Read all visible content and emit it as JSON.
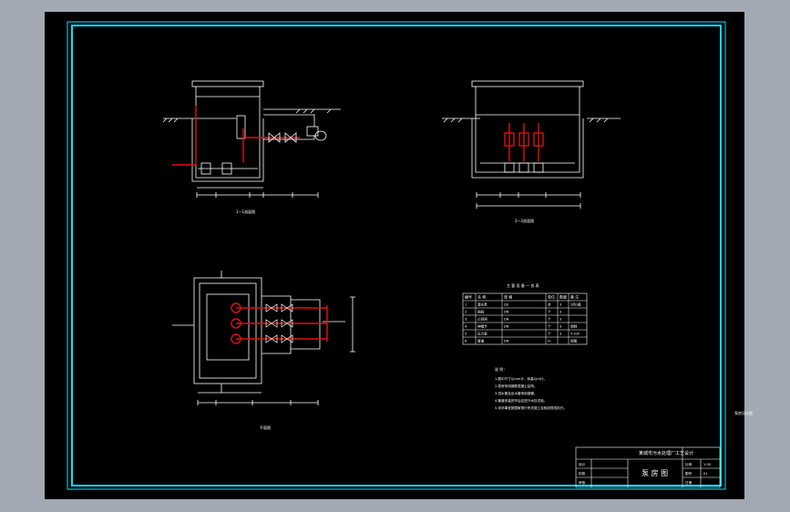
{
  "drawing": {
    "section_a_caption": "1—1剖面图",
    "section_b_caption": "2—2剖面图",
    "plan_caption": "平面图",
    "table_title": "主 要 设 备 一 览 表",
    "table_headers": [
      "编号",
      "名 称",
      "规 格",
      "单位",
      "数量",
      "备 注"
    ],
    "table_rows": [
      [
        "1",
        "潜水泵",
        "QS",
        "台",
        "3",
        "2用1备"
      ],
      [
        "2",
        "闸阀",
        "DN",
        "个",
        "3",
        ""
      ],
      [
        "3",
        "止回阀",
        "DN",
        "个",
        "3",
        ""
      ],
      [
        "4",
        "伸缩节",
        "DN",
        "个",
        "3",
        "钢制"
      ],
      [
        "5",
        "压力表",
        "",
        "个",
        "3",
        "Y-100"
      ],
      [
        "6",
        "管道",
        "DN",
        "m",
        "",
        "钢管"
      ]
    ],
    "notes_title": "说 明：",
    "notes": [
      "1.图中尺寸以mm计，标高以m计。",
      "2.泵房采用钢筋混凝土结构。",
      "3.进水管及出水管采用钢管。",
      "4.管道安装完毕后应进行水压试验。",
      "5.未尽事宜按国家现行有关施工及验收规范执行。"
    ],
    "title_block": {
      "project": "某城市污水处理厂工艺设计",
      "drawing_name": "泵 房 图",
      "rows": [
        [
          "设计",
          ""
        ],
        [
          "校核",
          ""
        ],
        [
          "审核",
          ""
        ]
      ],
      "info": [
        [
          "比例",
          "1:50"
        ],
        [
          "图号",
          "01"
        ],
        [
          "日期",
          ""
        ]
      ]
    },
    "side_note": "泵房设计图"
  },
  "colors": {
    "background": "#a3a9b3",
    "canvas": "#000000",
    "border": "#00e5ff",
    "lines": "#ffffff",
    "pipe": "#e01010",
    "text": "#ffffff"
  }
}
